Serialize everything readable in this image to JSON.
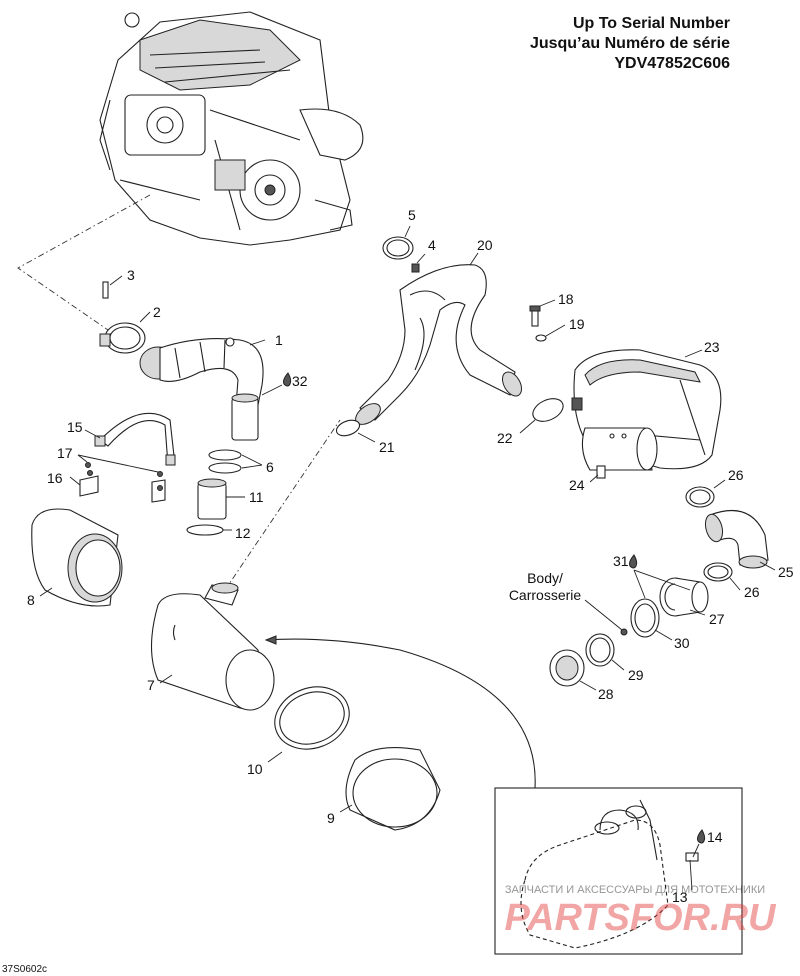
{
  "header": {
    "line1": "Up To Serial Number",
    "line2": "Jusqu’au Numéro de série",
    "line3": "YDV47852C606"
  },
  "body_label": {
    "line1": "Body/",
    "line2": "Carrosserie"
  },
  "callouts": {
    "c1": "1",
    "c2": "2",
    "c3": "3",
    "c4": "4",
    "c5": "5",
    "c6": "6",
    "c7": "7",
    "c8": "8",
    "c9": "9",
    "c10": "10",
    "c11": "11",
    "c12": "12",
    "c13": "13",
    "c14": "14",
    "c15": "15",
    "c16": "16",
    "c17": "17",
    "c18": "18",
    "c19": "19",
    "c20": "20",
    "c21": "21",
    "c22": "22",
    "c23": "23",
    "c24": "24",
    "c25": "25",
    "c26a": "26",
    "c26b": "26",
    "c27": "27",
    "c28": "28",
    "c29": "29",
    "c30": "30",
    "c31": "31",
    "c32": "32"
  },
  "footer_code": "37S0602c",
  "watermark": {
    "small": "ЗАПЧАСТИ И АКСЕССУАРЫ ДЛЯ МОТОТЕХНИКИ",
    "brand": "PARTSFOR.RU",
    "brand_color": "#e23a3a"
  }
}
